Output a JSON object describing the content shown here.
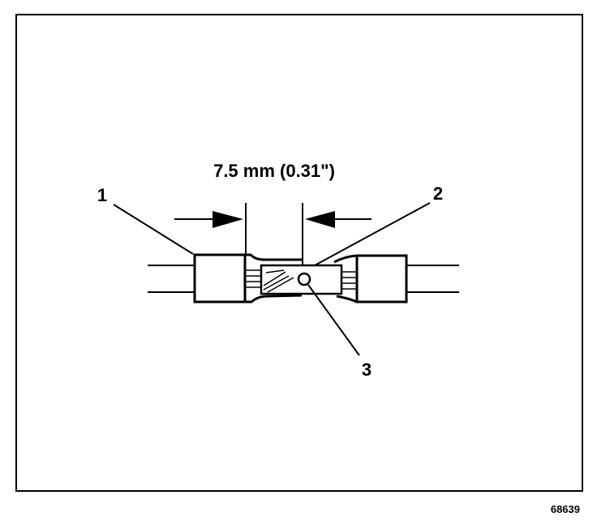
{
  "diagram": {
    "dimension_label": "7.5 mm (0.31\")",
    "callouts": [
      "1",
      "2",
      "3"
    ],
    "figure_number": "68639"
  }
}
